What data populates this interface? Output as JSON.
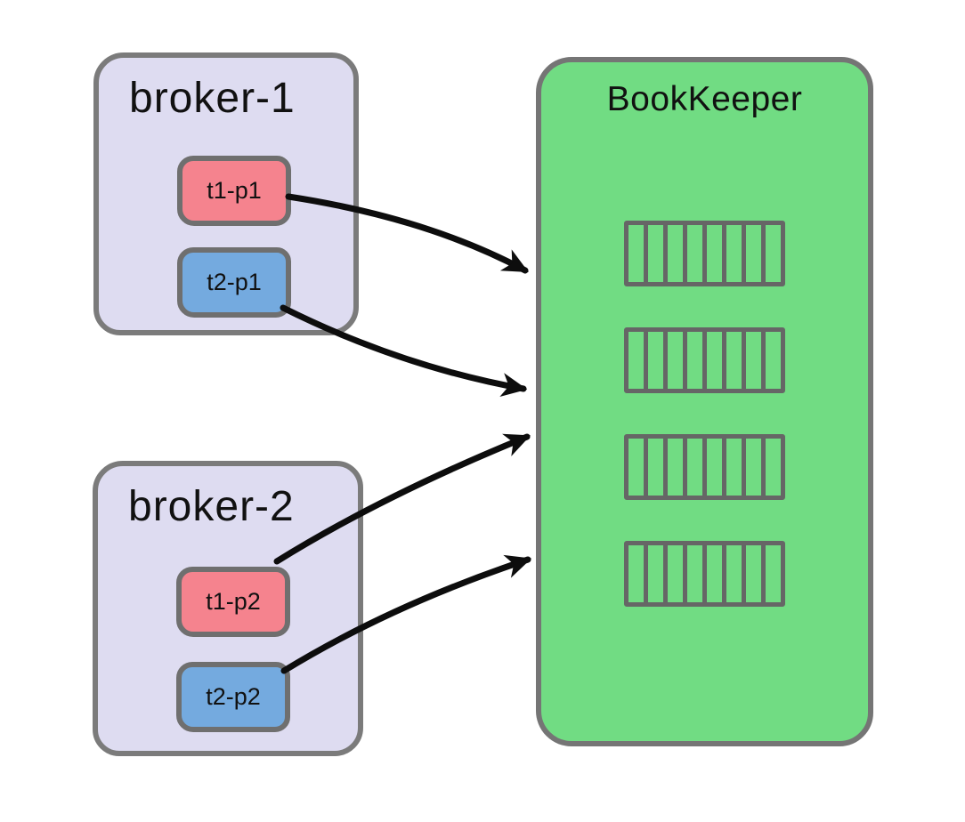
{
  "diagram": {
    "type": "architecture-sketch",
    "background": "#ffffff",
    "colors": {
      "background": "#ffffff",
      "broker_fill": "#dedcf1",
      "broker_border": "#7b7b7b",
      "partition_pink": "#f5838e",
      "partition_blue": "#74aadf",
      "partition_border": "#6f6f6f",
      "bookkeeper_fill": "#71dc83",
      "bookkeeper_border": "#757575",
      "segment_border": "#666666",
      "arrow": "#0d0d0d",
      "text": "#111111"
    },
    "brokers": [
      {
        "label": "broker-1",
        "partitions": [
          {
            "label": "t1-p1",
            "color_key": "partition_pink"
          },
          {
            "label": "t2-p1",
            "color_key": "partition_blue"
          }
        ]
      },
      {
        "label": "broker-2",
        "partitions": [
          {
            "label": "t1-p2",
            "color_key": "partition_pink"
          },
          {
            "label": "t2-p2",
            "color_key": "partition_blue"
          }
        ]
      }
    ],
    "bookkeeper": {
      "label": "BookKeeper",
      "ledger_rows": 4,
      "segments_per_row": 8
    },
    "arrows": [
      {
        "from": "t1-p1",
        "to": "BookKeeper"
      },
      {
        "from": "t2-p1",
        "to": "BookKeeper"
      },
      {
        "from": "t1-p2",
        "to": "BookKeeper"
      },
      {
        "from": "t2-p2",
        "to": "BookKeeper"
      }
    ]
  }
}
